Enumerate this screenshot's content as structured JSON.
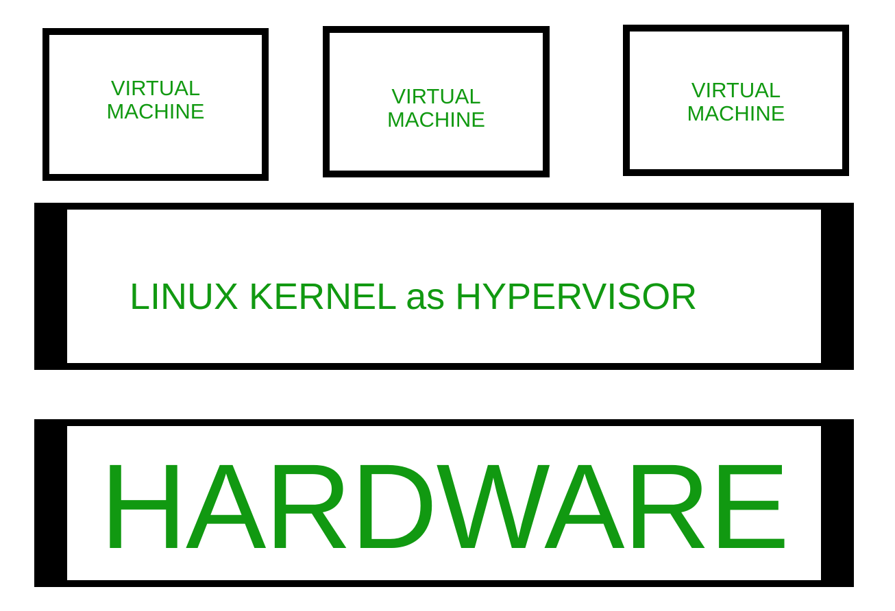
{
  "diagram": {
    "virtual_machines": [
      {
        "label": "VIRTUAL\nMACHINE"
      },
      {
        "label": "VIRTUAL\nMACHINE"
      },
      {
        "label": "VIRTUAL\nMACHINE"
      }
    ],
    "kernel_layer": {
      "label": "LINUX KERNEL as HYPERVISOR"
    },
    "hardware_layer": {
      "label": "HARDWARE"
    },
    "colors": {
      "text": "#119911",
      "border": "#000000",
      "background": "#ffffff"
    }
  }
}
